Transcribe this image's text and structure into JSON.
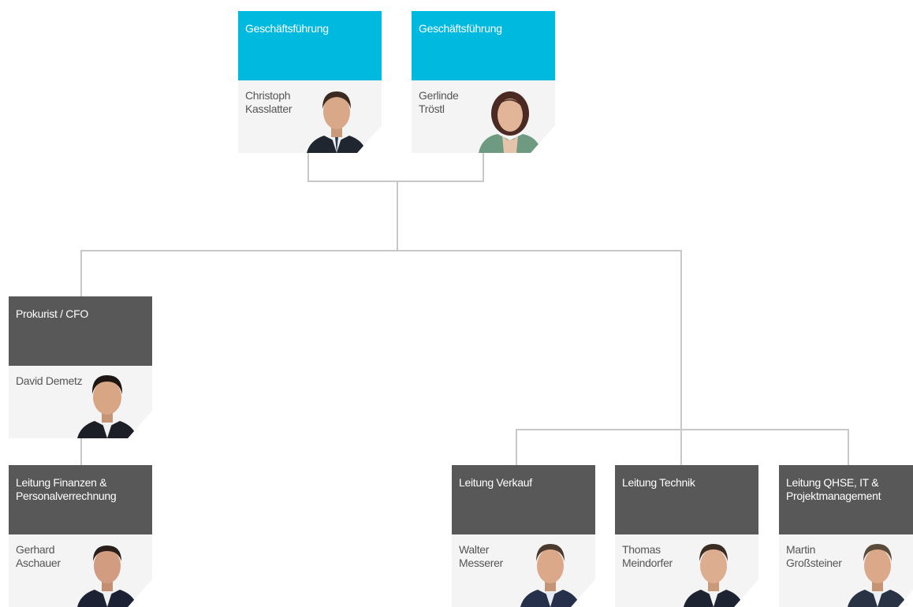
{
  "org_chart": {
    "cards": [
      {
        "id": "kasslatter",
        "title": "Geschäftsführung",
        "name": "Christoph Kasslatter",
        "name_lines": [
          "Christoph",
          "Kasslatter"
        ],
        "header_color": "#00b9df"
      },
      {
        "id": "troestl",
        "title": "Geschäftsführung",
        "name": "Gerlinde Tröstl",
        "name_lines": [
          "Gerlinde",
          "Tröstl"
        ],
        "header_color": "#00b9df"
      },
      {
        "id": "demetz",
        "title": "Prokurist / CFO",
        "name": "David Demetz",
        "name_lines": [
          "David Demetz"
        ],
        "header_color": "#585858"
      },
      {
        "id": "aschauer",
        "title": "Leitung Finanzen & Personalverrechnung",
        "title_lines": [
          "Leitung Finanzen &",
          "Personalverrechnung"
        ],
        "name": "Gerhard Aschauer",
        "name_lines": [
          "Gerhard",
          "Aschauer"
        ],
        "header_color": "#585858"
      },
      {
        "id": "messerer",
        "title": "Leitung Verkauf",
        "name": "Walter Messerer",
        "name_lines": [
          "Walter",
          "Messerer"
        ],
        "header_color": "#585858"
      },
      {
        "id": "meindorfer",
        "title": "Leitung Technik",
        "name": "Thomas Meindorfer",
        "name_lines": [
          "Thomas",
          "Meindorfer"
        ],
        "header_color": "#585858"
      },
      {
        "id": "grosssteiner",
        "title": "Leitung QHSE, IT & Projektmanagement",
        "title_lines": [
          "Leitung QHSE, IT &",
          "Projektmanagement"
        ],
        "name": "Martin Großsteiner",
        "name_lines": [
          "Martin",
          "Großsteiner"
        ],
        "header_color": "#585858"
      }
    ],
    "connector_color": "#c8c8c8"
  }
}
